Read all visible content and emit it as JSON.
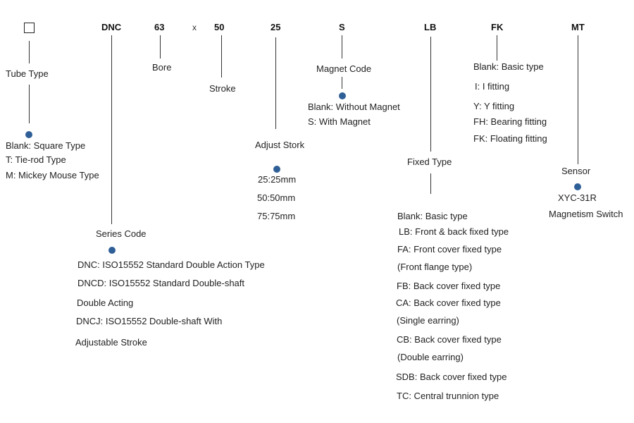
{
  "colors": {
    "dot": "#2f5f97",
    "line": "#333333",
    "text": "#222222"
  },
  "header": {
    "tube_symbol": "checkbox-square",
    "series": "DNC",
    "bore": "63",
    "times": "x",
    "stroke": "50",
    "adjust": "25",
    "magnet": "S",
    "fixed": "LB",
    "fitting": "FK",
    "sensor": "MT"
  },
  "tube_type": {
    "title": "Tube Type",
    "options": [
      "Blank: Square Type",
      "T: Tie-rod Type",
      "M: Mickey Mouse Type"
    ]
  },
  "series_code": {
    "title": "Series Code",
    "options": [
      "DNC: ISO15552 Standard Double Action Type",
      "DNCD: ISO15552 Standard Double-shaft",
      "Double Acting",
      "DNCJ: ISO15552 Double-shaft With",
      "Adjustable Stroke"
    ]
  },
  "bore": {
    "title": "Bore"
  },
  "stroke": {
    "title": "Stroke"
  },
  "adjust_stroke": {
    "title": "Adjust Stork",
    "options": [
      "25:25mm",
      "50:50mm",
      "75:75mm"
    ]
  },
  "magnet_code": {
    "title": "Magnet Code",
    "options": [
      "Blank: Without Magnet",
      "S: With Magnet"
    ]
  },
  "fixed_type": {
    "title": "Fixed Type",
    "options": [
      "Blank: Basic type",
      "LB: Front & back fixed type",
      "FA: Front cover fixed type",
      "(Front flange type)",
      "FB: Back cover fixed type",
      "CA: Back cover fixed type",
      "(Single earring)",
      "CB: Back cover fixed type",
      "(Double earring)",
      "SDB: Back cover fixed type",
      "TC: Central trunnion type"
    ]
  },
  "fitting": {
    "options": [
      "Blank: Basic type",
      "I: I fitting",
      "Y: Y fitting",
      "FH: Bearing fitting",
      "FK: Floating fitting"
    ]
  },
  "sensor": {
    "title": "Sensor",
    "options": [
      "XYC-31R",
      "Magnetism Switch"
    ]
  }
}
